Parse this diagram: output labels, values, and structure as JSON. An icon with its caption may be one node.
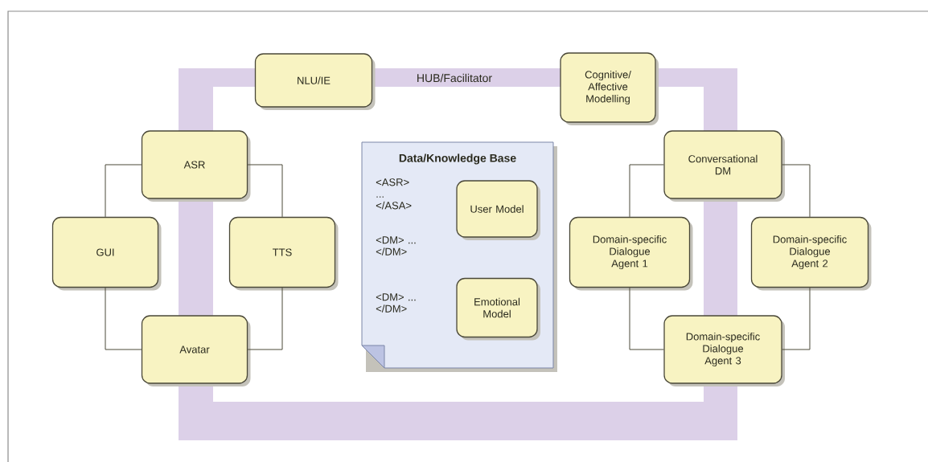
{
  "diagram": {
    "nodes": [
      {
        "text": [
          "NLU/IE"
        ]
      },
      {
        "text": [
          "Cognitive/ Affective Modelling"
        ]
      },
      {
        "text": [
          "ASR"
        ]
      },
      {
        "text": [
          "GUI"
        ]
      },
      {
        "text": [
          "TTS"
        ]
      },
      {
        "text": [
          "Avatar"
        ]
      },
      {
        "text": [
          "Data/Knowledge Base",
          "<ASR> ... </ASA>",
          "<DM> ... </DM>",
          "<DM> ... </DM>"
        ]
      },
      {
        "text": [
          "User Model"
        ],
        "in": 6
      },
      {
        "text": [
          "Emotional Model"
        ],
        "in": 6
      },
      {
        "text": [
          "Conversational DM"
        ]
      },
      {
        "text": [
          "Domain-specific Dialogue Agent 1"
        ]
      },
      {
        "text": [
          "Domain-specific Dialogue Agent 2"
        ]
      },
      {
        "text": [
          "Domain-specific Dialogue Agent 3"
        ]
      }
    ],
    "edges": [
      {
        "from": 2,
        "to": 3,
        "arrow": "none"
      },
      {
        "from": 2,
        "to": 4,
        "arrow": "none"
      },
      {
        "from": 3,
        "to": 5,
        "arrow": "none"
      },
      {
        "from": 4,
        "to": 5,
        "arrow": "none"
      },
      {
        "from": 9,
        "to": 10,
        "arrow": "none"
      },
      {
        "from": 9,
        "to": 11,
        "arrow": "none"
      },
      {
        "from": 10,
        "to": 12,
        "arrow": "none"
      },
      {
        "from": 11,
        "to": 12,
        "arrow": "none"
      }
    ],
    "labels": [
      "HUB/Facilitator"
    ]
  }
}
